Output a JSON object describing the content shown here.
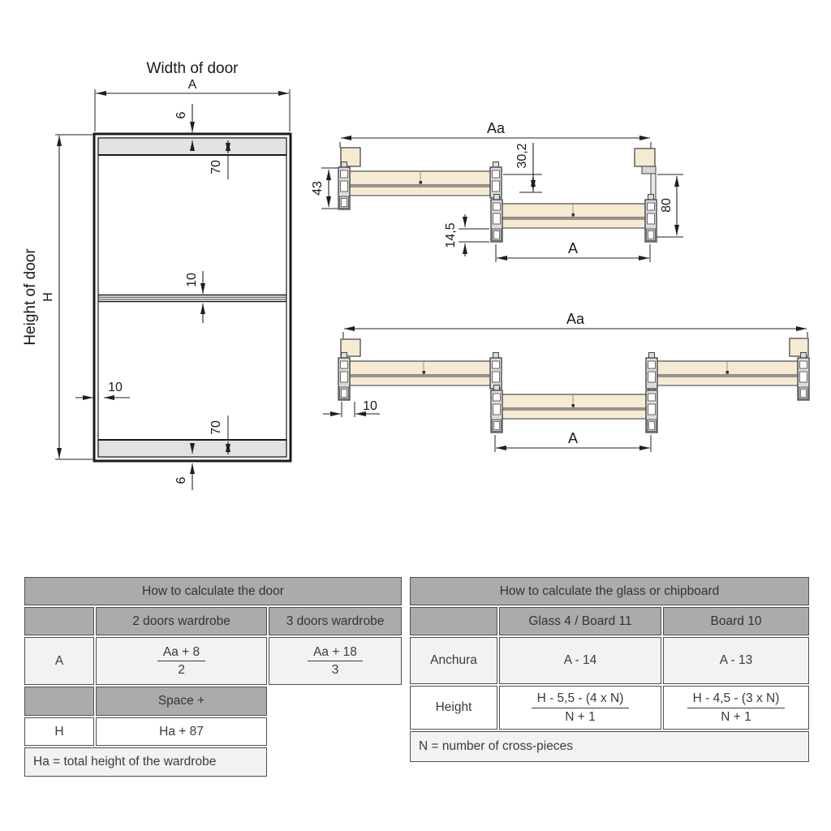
{
  "colors": {
    "panel_beige": "#f6ebd2",
    "profile_gray": "#e3e3e3",
    "band_gray": "#e2e2e2",
    "drawing_line": "#222222",
    "table_header_gray": "#ababab",
    "table_row_light": "#f2f2f2",
    "table_border": "#4f4f4f"
  },
  "front_view": {
    "title": "Width of door",
    "height_label": "Height of door",
    "dims": {
      "width": "A",
      "height": "H",
      "top_gap": "6",
      "top_band": "70",
      "mid_rail": "10",
      "stile": "10",
      "bottom_band": "70",
      "bottom_gap": "6"
    }
  },
  "section_two_doors": {
    "dims": {
      "total_width": "Aa",
      "door_width": "A",
      "front_depth": "43",
      "overlap_offset": "30,2",
      "panel_gap": "14,5",
      "total_depth": "80"
    }
  },
  "section_three_doors": {
    "dims": {
      "total_width": "Aa",
      "door_width": "A",
      "stile_width": "10"
    }
  },
  "door_table": {
    "title": "How to calculate the door",
    "columns": [
      "2 doors wardrobe",
      "3 doors wardrobe"
    ],
    "rows": {
      "a_label": "A",
      "a_two_doors": {
        "numerator": "Aa + 8",
        "denominator": "2"
      },
      "a_three_doors": {
        "numerator": "Aa + 18",
        "denominator": "3"
      },
      "space_header": "Space +",
      "h_label": "H",
      "h_value": "Ha + 87"
    },
    "footnote": "Ha = total height of the wardrobe"
  },
  "glass_table": {
    "title": "How to calculate the glass or chipboard",
    "columns": [
      "Glass 4 / Board 11",
      "Board 10"
    ],
    "rows": {
      "width_label": "Anchura",
      "width_glass": "A - 14",
      "width_board": "A - 13",
      "height_label": "Height",
      "height_glass": {
        "numerator": "H - 5,5 - (4 x N)",
        "denominator": "N + 1"
      },
      "height_board": {
        "numerator": "H - 4,5 - (3 x N)",
        "denominator": "N + 1"
      }
    },
    "footnote": "N = number of cross-pieces"
  }
}
